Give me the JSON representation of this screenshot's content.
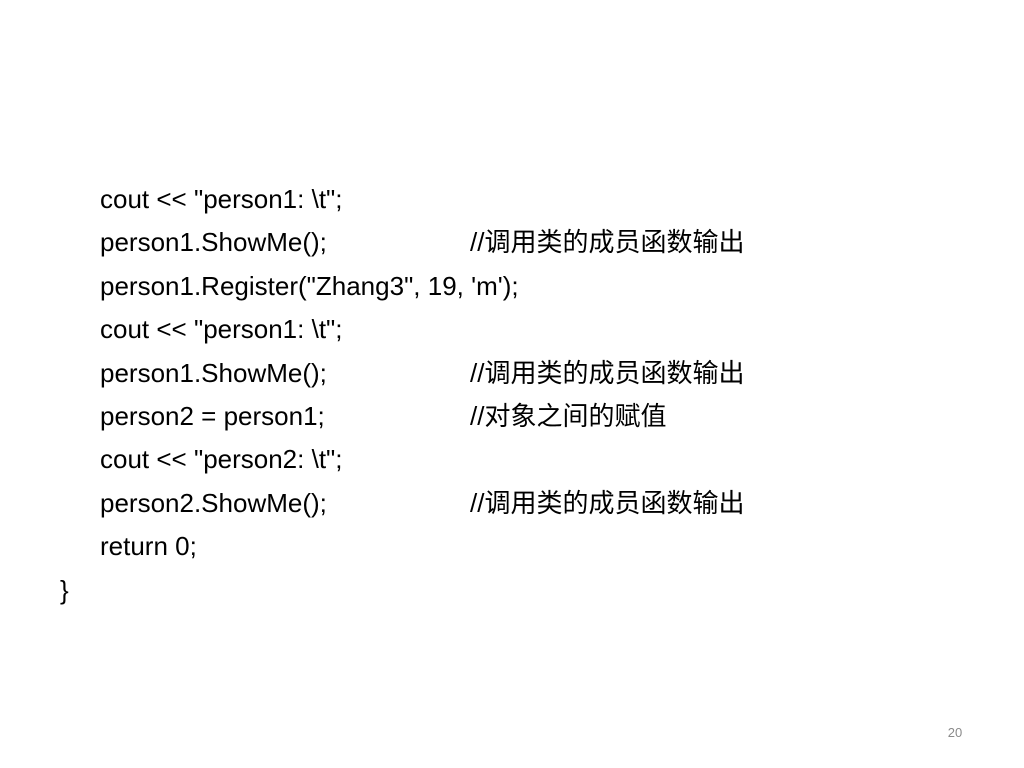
{
  "slide": {
    "lines": [
      {
        "code": "cout << \"person1: \\t\";",
        "comment": ""
      },
      {
        "code": "person1.ShowMe();",
        "comment": "//调用类的成员函数输出"
      },
      {
        "code": "person1.Register(\"Zhang3\", 19, 'm');",
        "comment": ""
      },
      {
        "code": "cout << \"person1: \\t\";",
        "comment": ""
      },
      {
        "code": "person1.ShowMe();",
        "comment": "//调用类的成员函数输出"
      },
      {
        "code": "person2 = person1;",
        "comment": "//对象之间的赋值"
      },
      {
        "code": "cout << \"person2: \\t\";",
        "comment": ""
      },
      {
        "code": "person2.ShowMe();",
        "comment": "//调用类的成员函数输出"
      },
      {
        "code": "return 0;",
        "comment": ""
      },
      {
        "code": "}",
        "comment": ""
      }
    ],
    "page_number": "20"
  }
}
